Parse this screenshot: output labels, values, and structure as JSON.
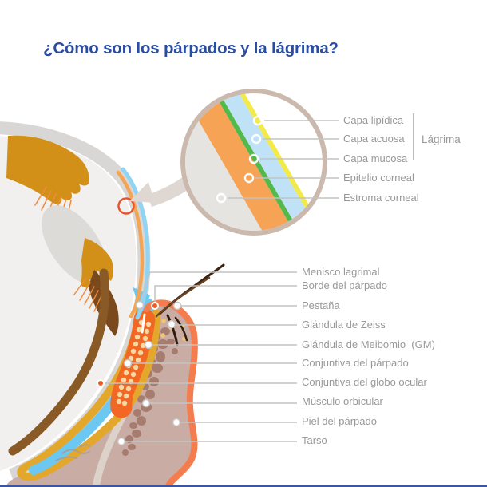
{
  "title": {
    "text": "¿Cómo son los párpados y la lágrima?"
  },
  "inset": {
    "labels": [
      "Capa lipídica",
      "Capa acuosa",
      "Capa mucosa",
      "Epitelio corneal",
      "Estroma corneal"
    ],
    "group_label": "Lágrima"
  },
  "main_labels": [
    "Menisco lagrimal",
    "Borde del párpado",
    "Pestaña",
    "Glándula de Zeiss",
    "Glándula de Meibomio  (GM)",
    "Conjuntiva del párpado",
    "Conjuntiva del globo ocular",
    "Músculo orbicular",
    "Piel del párpado",
    "Tarso"
  ],
  "colors": {
    "title_blue": "#2b4da1",
    "label_gray": "#999896",
    "connector_gray": "#c4c3c2",
    "sclera_gray": "#d8d7d5",
    "eye_interior": "#f1f0ee",
    "choroid_brown": "#8a5a26",
    "iris_amber": "#d29019",
    "zonule_orange": "#f08a3c",
    "tear_blue": "#6cc8f0",
    "conjunctiva_yellow": "#e3a72b",
    "cornea_epithelium_orange": "#f4a455",
    "meibomian_orange": "#f26724",
    "acini_cream": "#f8d8a2",
    "eyelid_flesh": "#c9aca3",
    "skin_coral": "#f37d4f",
    "muscle_mauve": "#a57c6e",
    "tarsus_beige": "#ddd2ca",
    "inset_ring_tan": "#cbb9ad",
    "lipid_yellow": "#f2ea49",
    "aqueous_blue": "#bfe2f6",
    "mucous_green": "#53b94a",
    "epithelium_orange": "#f6a355",
    "stroma_gray": "#e6e4e1",
    "marker_orange": "#f05c22",
    "bottom_bar_blue": "#3b55a5"
  }
}
